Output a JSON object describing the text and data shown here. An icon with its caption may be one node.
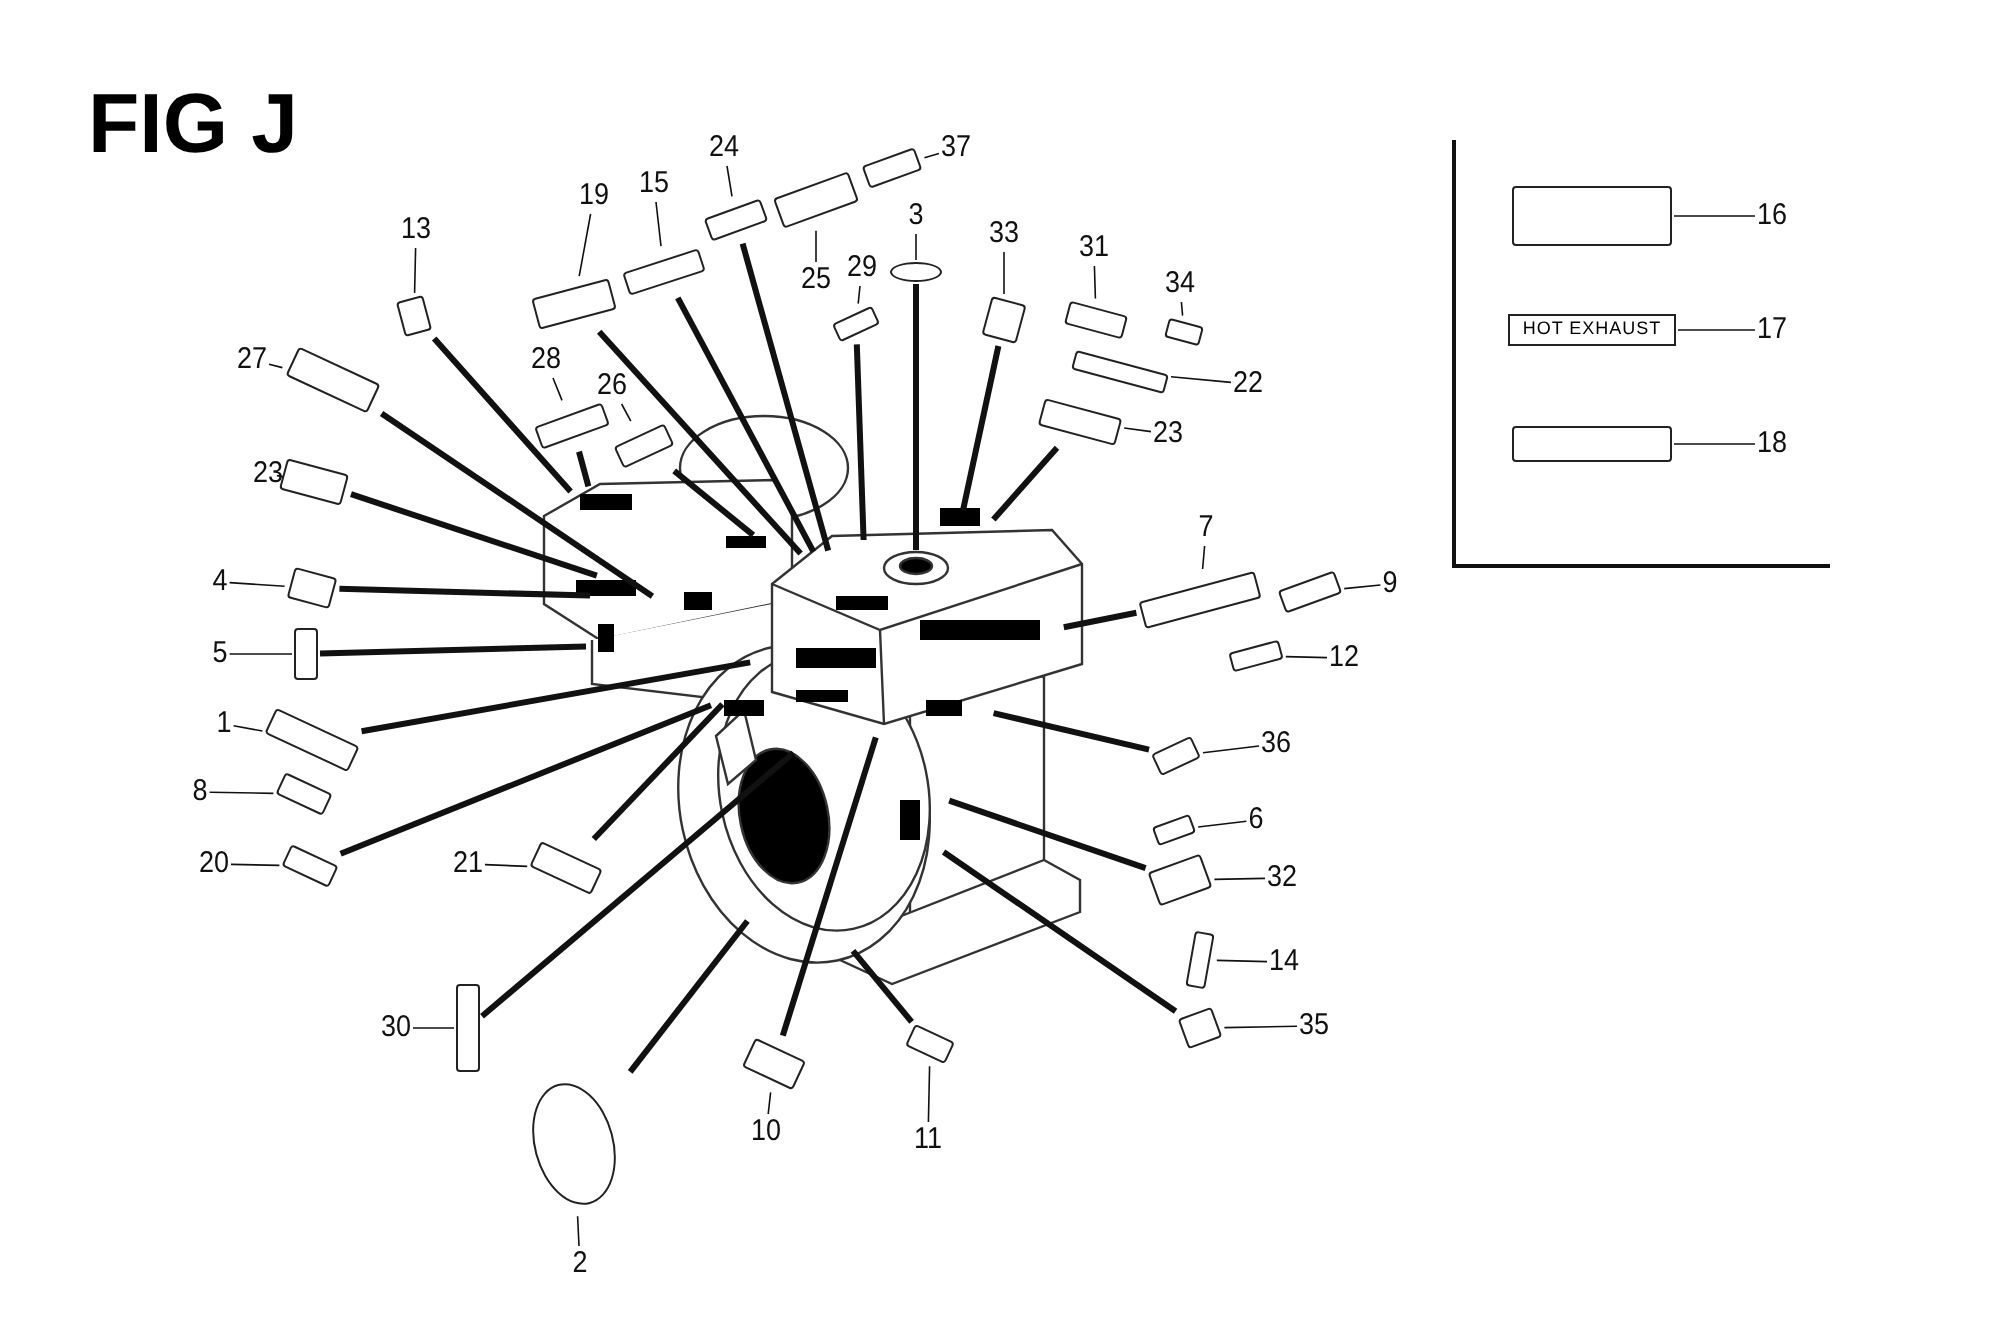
{
  "diagram": {
    "title": "FIG J",
    "nodes": [
      {
        "text": [
          "13"
        ]
      },
      {
        "text": [],
        "shape": "box"
      },
      {
        "text": [
          "19"
        ]
      },
      {
        "text": [],
        "shape": "box"
      },
      {
        "text": [
          "15"
        ]
      },
      {
        "text": [],
        "shape": "box"
      },
      {
        "text": [
          "24"
        ]
      },
      {
        "text": [],
        "shape": "box"
      },
      {
        "text": [
          "37"
        ]
      },
      {
        "text": [],
        "shape": "box"
      },
      {
        "text": [
          "25"
        ]
      },
      {
        "text": [],
        "shape": "box"
      },
      {
        "text": [
          "28"
        ]
      },
      {
        "text": [],
        "shape": "box"
      },
      {
        "text": [
          "26"
        ]
      },
      {
        "text": [],
        "shape": "box"
      },
      {
        "text": [
          "27"
        ]
      },
      {
        "text": [],
        "shape": "box"
      },
      {
        "text": [
          "23"
        ]
      },
      {
        "text": [],
        "shape": "box"
      },
      {
        "text": [
          "3"
        ]
      },
      {
        "text": [],
        "shape": "circle"
      },
      {
        "text": [
          "29"
        ]
      },
      {
        "text": [],
        "shape": "box"
      },
      {
        "text": [
          "33"
        ]
      },
      {
        "text": [],
        "shape": "box"
      },
      {
        "text": [
          "31"
        ]
      },
      {
        "text": [],
        "shape": "box"
      },
      {
        "text": [
          "34"
        ]
      },
      {
        "text": [],
        "shape": "box"
      },
      {
        "text": [
          "22"
        ]
      },
      {
        "text": [],
        "shape": "box"
      },
      {
        "text": [
          "23"
        ]
      },
      {
        "text": [],
        "shape": "box"
      },
      {
        "text": [
          "7"
        ]
      },
      {
        "text": [],
        "shape": "box"
      },
      {
        "text": [
          "9"
        ]
      },
      {
        "text": [],
        "shape": "box"
      },
      {
        "text": [
          "12"
        ]
      },
      {
        "text": [],
        "shape": "box"
      },
      {
        "text": [
          "36"
        ]
      },
      {
        "text": [],
        "shape": "box"
      },
      {
        "text": [
          "6"
        ]
      },
      {
        "text": [],
        "shape": "box"
      },
      {
        "text": [
          "32"
        ]
      },
      {
        "text": [],
        "shape": "box"
      },
      {
        "text": [
          "14"
        ]
      },
      {
        "text": [],
        "shape": "box"
      },
      {
        "text": [
          "35"
        ]
      },
      {
        "text": [],
        "shape": "box"
      },
      {
        "text": [
          "11"
        ]
      },
      {
        "text": [],
        "shape": "box"
      },
      {
        "text": [
          "10"
        ]
      },
      {
        "text": [],
        "shape": "box"
      },
      {
        "text": [
          "2"
        ]
      },
      {
        "text": [],
        "shape": "circle"
      },
      {
        "text": [
          "30"
        ]
      },
      {
        "text": [],
        "shape": "box"
      },
      {
        "text": [
          "21"
        ]
      },
      {
        "text": [],
        "shape": "box"
      },
      {
        "text": [
          "20"
        ]
      },
      {
        "text": [],
        "shape": "box"
      },
      {
        "text": [
          "8"
        ]
      },
      {
        "text": [],
        "shape": "box"
      },
      {
        "text": [
          "1"
        ]
      },
      {
        "text": [],
        "shape": "box"
      },
      {
        "text": [
          "5"
        ]
      },
      {
        "text": [],
        "shape": "box"
      },
      {
        "text": [
          "4"
        ]
      },
      {
        "text": [],
        "shape": "box"
      },
      {
        "text": [
          "16"
        ]
      },
      {
        "text": [],
        "shape": "box"
      },
      {
        "text": [
          "17"
        ]
      },
      {
        "text": [
          "HOT EXHAUST"
        ]
      },
      {
        "text": [
          "18"
        ]
      },
      {
        "text": [],
        "shape": "box"
      }
    ],
    "edges": [
      {
        "from": 0,
        "to": 1,
        "arrow": "none"
      },
      {
        "from": 2,
        "to": 3,
        "arrow": "none"
      },
      {
        "from": 4,
        "to": 5,
        "arrow": "none"
      },
      {
        "from": 6,
        "to": 7,
        "arrow": "none"
      },
      {
        "from": 8,
        "to": 9,
        "arrow": "none"
      },
      {
        "from": 10,
        "to": 11,
        "arrow": "none"
      },
      {
        "from": 12,
        "to": 13,
        "arrow": "none"
      },
      {
        "from": 14,
        "to": 15,
        "arrow": "none"
      },
      {
        "from": 16,
        "to": 17,
        "arrow": "none"
      },
      {
        "from": 18,
        "to": 19,
        "arrow": "none"
      },
      {
        "from": 20,
        "to": 21,
        "arrow": "none"
      },
      {
        "from": 22,
        "to": 23,
        "arrow": "none"
      },
      {
        "from": 24,
        "to": 25,
        "arrow": "none"
      },
      {
        "from": 26,
        "to": 27,
        "arrow": "none"
      },
      {
        "from": 28,
        "to": 29,
        "arrow": "none"
      },
      {
        "from": 30,
        "to": 31,
        "arrow": "none"
      },
      {
        "from": 32,
        "to": 33,
        "arrow": "none"
      },
      {
        "from": 34,
        "to": 35,
        "arrow": "none"
      },
      {
        "from": 36,
        "to": 37,
        "arrow": "none"
      },
      {
        "from": 38,
        "to": 39,
        "arrow": "none"
      },
      {
        "from": 40,
        "to": 41,
        "arrow": "none"
      },
      {
        "from": 42,
        "to": 43,
        "arrow": "none"
      },
      {
        "from": 44,
        "to": 45,
        "arrow": "none"
      },
      {
        "from": 46,
        "to": 47,
        "arrow": "none"
      },
      {
        "from": 48,
        "to": 49,
        "arrow": "none"
      },
      {
        "from": 50,
        "to": 51,
        "arrow": "none"
      },
      {
        "from": 52,
        "to": 53,
        "arrow": "none"
      },
      {
        "from": 54,
        "to": 55,
        "arrow": "none"
      },
      {
        "from": 56,
        "to": 57,
        "arrow": "none"
      },
      {
        "from": 58,
        "to": 59,
        "arrow": "none"
      },
      {
        "from": 60,
        "to": 61,
        "arrow": "none"
      },
      {
        "from": 62,
        "to": 63,
        "arrow": "none"
      },
      {
        "from": 64,
        "to": 65,
        "arrow": "none"
      },
      {
        "from": 66,
        "to": 67,
        "arrow": "none"
      },
      {
        "from": 68,
        "to": 69,
        "arrow": "none"
      },
      {
        "from": 70,
        "to": 71,
        "arrow": "none"
      },
      {
        "from": 72,
        "to": 73,
        "arrow": "none"
      },
      {
        "from": 74,
        "to": 75,
        "arrow": "none"
      },
      {
        "from": 1,
        "to": null,
        "arrow": "none",
        "style": "thick"
      },
      {
        "from": 3,
        "to": null,
        "arrow": "none",
        "style": "thick"
      },
      {
        "from": 5,
        "to": null,
        "arrow": "none",
        "style": "thick"
      },
      {
        "from": 7,
        "to": null,
        "arrow": "none",
        "style": "thick"
      },
      {
        "from": 13,
        "to": null,
        "arrow": "none",
        "style": "thick"
      },
      {
        "from": 15,
        "to": null,
        "arrow": "none",
        "style": "thick"
      },
      {
        "from": 17,
        "to": null,
        "arrow": "none",
        "style": "thick"
      },
      {
        "from": 19,
        "to": null,
        "arrow": "none",
        "style": "thick"
      },
      {
        "from": 21,
        "to": null,
        "arrow": "none",
        "style": "thick"
      },
      {
        "from": 23,
        "to": null,
        "arrow": "none",
        "style": "thick"
      },
      {
        "from": 25,
        "to": null,
        "arrow": "none",
        "style": "thick"
      },
      {
        "from": 33,
        "to": null,
        "arrow": "none",
        "style": "thick"
      },
      {
        "from": 35,
        "to": null,
        "arrow": "none",
        "style": "thick"
      },
      {
        "from": 41,
        "to": null,
        "arrow": "none",
        "style": "thick"
      },
      {
        "from": 45,
        "to": null,
        "arrow": "none",
        "style": "thick"
      },
      {
        "from": 49,
        "to": null,
        "arrow": "none",
        "style": "thick"
      },
      {
        "from": 51,
        "to": null,
        "arrow": "none",
        "style": "thick"
      },
      {
        "from": 53,
        "to": null,
        "arrow": "none",
        "style": "thick"
      },
      {
        "from": 55,
        "to": null,
        "arrow": "none",
        "style": "thick"
      },
      {
        "from": 57,
        "to": null,
        "arrow": "none",
        "style": "thick"
      },
      {
        "from": 59,
        "to": null,
        "arrow": "none",
        "style": "thick"
      },
      {
        "from": 61,
        "to": null,
        "arrow": "none",
        "style": "thick"
      },
      {
        "from": 65,
        "to": null,
        "arrow": "none",
        "style": "thick"
      },
      {
        "from": 67,
        "to": null,
        "arrow": "none",
        "style": "thick"
      },
      {
        "from": 69,
        "to": null,
        "arrow": "none",
        "style": "thick"
      }
    ]
  }
}
